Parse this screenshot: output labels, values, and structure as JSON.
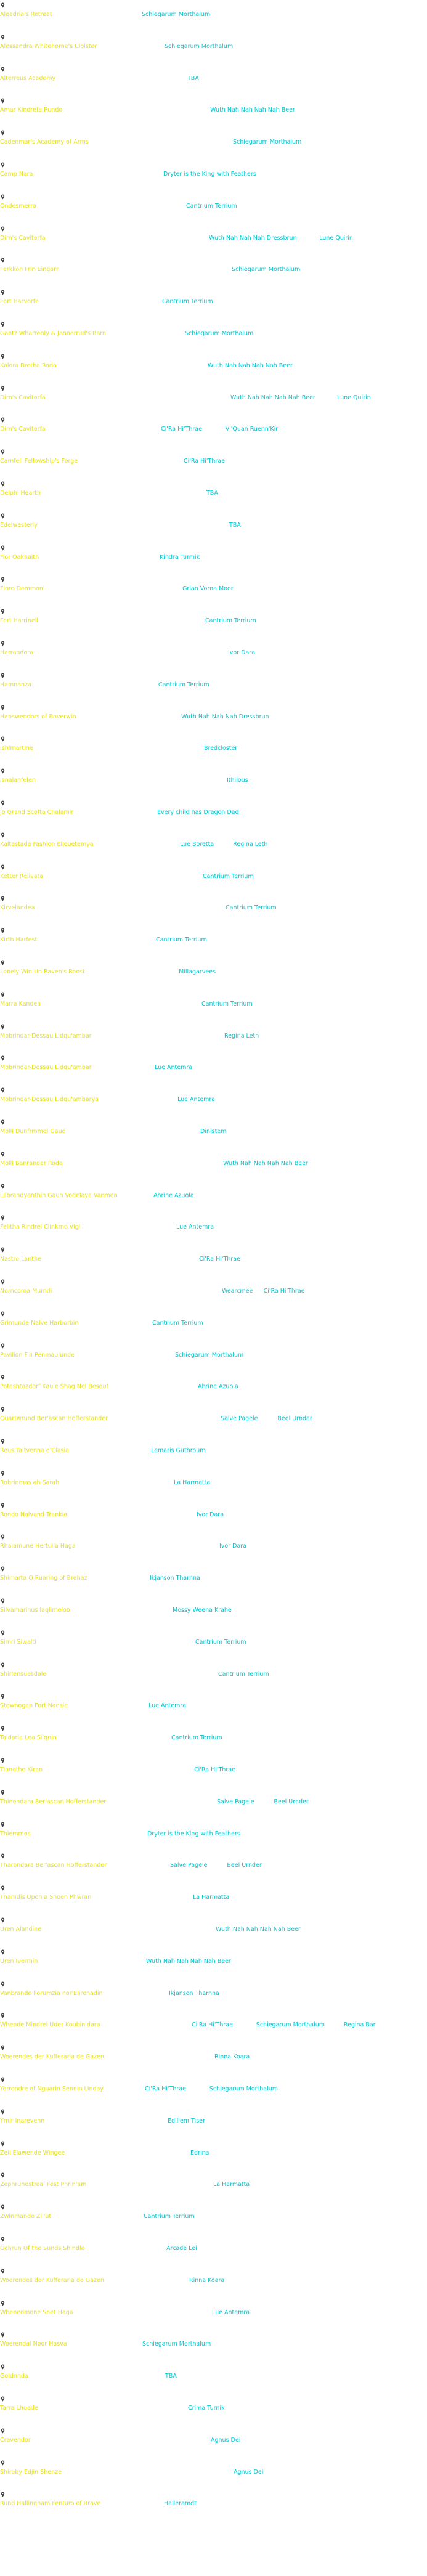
{
  "accent_colors": {
    "location_name": "#e6e31e",
    "commander": "#00c8d2",
    "pin": "#444444"
  },
  "rows": [
    {
      "name": "Aleadria's Retreat",
      "coms": [
        "Schiegarum Morthalum"
      ]
    },
    {
      "name": "Alessandra Whitehorne's Cloister",
      "coms": [
        "Schiegarum Morthalum"
      ]
    },
    {
      "name": "Alterreus Academy",
      "coms": [
        "TBA"
      ]
    },
    {
      "name": "Amar Kindrefa Rundo",
      "coms": [
        "Wuth Nah Nah Nah Nah Beer"
      ]
    },
    {
      "name": "Cadenmar's Academy of Arms",
      "coms": [
        "Schiegarum Morthalum"
      ]
    },
    {
      "name": "Camp Nara",
      "coms": [
        "Dryter is the King with Feathers"
      ]
    },
    {
      "name": "Ondesmerra",
      "coms": [
        "Cantrium Terrium"
      ]
    },
    {
      "name": "Dirn's Cavitorfa",
      "coms": [
        "Wuth Nah Nah Nah Dressbrun",
        "Lune Quirin"
      ]
    },
    {
      "name": "Ferkkon Frin Eingarn",
      "coms": [
        "Schiegarum Morthalum"
      ]
    },
    {
      "name": "Fort Harvorfe",
      "coms": [
        "Cantrium Terrium"
      ]
    },
    {
      "name": "Gantz Wharrenly & Jannerrud's Barn",
      "coms": [
        "Schiegarum Morthalum"
      ]
    },
    {
      "name": "Kaldra Bretha Roda",
      "coms": [
        "Wuth Nah Nah Nah Nah Beer"
      ]
    },
    {
      "name": "Dirn's Cavitorfa",
      "coms": [
        "Wuth Nah Nah Nah Nah Beer",
        "Lune Quirin"
      ]
    },
    {
      "name": "Dirn's Cavitorfa",
      "coms": [
        "Ci'Ra Hi'Thrae",
        "Vi'Quan Ruenn'Kir"
      ]
    },
    {
      "name": "Carnfell Fellowship's Forge",
      "coms": [
        "Ci'Ra Hi'Thrae"
      ]
    },
    {
      "name": "Delphi Hearth",
      "coms": [
        "TBA"
      ]
    },
    {
      "name": "Edelwesterly",
      "coms": [
        "TBA"
      ]
    },
    {
      "name": "Fior Oakhaith",
      "coms": [
        "Kindra Turmik"
      ]
    },
    {
      "name": "Floro Demmoni",
      "coms": [
        "Grian Vorna Moor"
      ]
    },
    {
      "name": "Fort Harrinell",
      "coms": [
        "Cantrium Terrium"
      ]
    },
    {
      "name": "Harrandora",
      "coms": [
        "Ivor Dara"
      ]
    },
    {
      "name": "Hamnanza",
      "coms": [
        "Cantrium Terrium"
      ]
    },
    {
      "name": "Hanswendors of Boverwin",
      "coms": [
        "Wuth Nah Nah Nah Dressbrun"
      ]
    },
    {
      "name": "Ishlmartine",
      "coms": [
        "Bredcloster"
      ]
    },
    {
      "name": "Isnalanfelen",
      "coms": [
        "Ithilous"
      ]
    },
    {
      "name": "Jo Grand Scofta Chalamir",
      "coms": [
        "Every child has Dragon Dad"
      ]
    },
    {
      "name": "Kaltastada Fashion Elleuetemya",
      "coms": [
        "Lue Boretta",
        "Regina Leth"
      ]
    },
    {
      "name": "Ketter Relivata",
      "coms": [
        "Cantrium Terrium"
      ]
    },
    {
      "name": "Kirvelandea",
      "coms": [
        "Cantrium Terrium"
      ]
    },
    {
      "name": "Kirth Harfest",
      "coms": [
        "Cantrium Terrium"
      ]
    },
    {
      "name": "Lonely Win Un Raven's Roost",
      "coms": [
        "Millagarvees"
      ]
    },
    {
      "name": "Marra Kandea",
      "coms": [
        "Cantrium Terrium"
      ]
    },
    {
      "name": "Mobrindar-Dessau Lidqu'ambar",
      "coms": [
        "Regina Leth"
      ]
    },
    {
      "name": "Mobrindar-Dessau Lidqu'ambar",
      "coms": [
        "Lue Antemra"
      ]
    },
    {
      "name": "Mobrindar-Dessau Lidqu'ambarya",
      "coms": [
        "Lue Antemra"
      ]
    },
    {
      "name": "Molli Dunfrmmel Gaud",
      "coms": [
        "Dinistem"
      ]
    },
    {
      "name": "Molli Banrander Roda",
      "coms": [
        "Wuth Nah Nah Nah Nah Beer"
      ]
    },
    {
      "name": "Lilbrandyanthin Gaun Vodelaya Vanmen",
      "coms": [
        "Ahrine Azuola"
      ]
    },
    {
      "name": "Felitha Rindrel Clinkmo Vigil",
      "coms": [
        "Lue Antemra"
      ]
    },
    {
      "name": "Nastro Lanthe",
      "coms": [
        "Ci'Ra Hi'Thrae"
      ]
    },
    {
      "name": "Norncoroa Mumdi",
      "coms": [
        "Wearcmee",
        "Ci'Ra Hi'Thrae"
      ]
    },
    {
      "name": "Grimunde Nalve Harborbin",
      "coms": [
        "Cantrium Terrium"
      ]
    },
    {
      "name": "Pavilion Fin Penmaulunde",
      "coms": [
        "Schiegarum Morthalum"
      ]
    },
    {
      "name": "Poteshtazdorf Kaule Shag Nel Besdut",
      "coms": [
        "Ahrine Azuola"
      ]
    },
    {
      "name": "Quartwrund Ber'ascan Hofferstander",
      "coms": [
        "Salve Pagele",
        "Beel Urnder"
      ]
    },
    {
      "name": "Reus Taltvenna d'Clasia",
      "coms": [
        "Lemaris Guthroum"
      ]
    },
    {
      "name": "Robrinmas ah Sarah",
      "coms": [
        "La Harmatta"
      ]
    },
    {
      "name": "Rondo Nalvand Trankia",
      "coms": [
        "Ivor Dara"
      ]
    },
    {
      "name": "Rhaiamune Hertuila Haga",
      "coms": [
        "Ivor Dara"
      ]
    },
    {
      "name": "Shimarta O Ruaring of Brehaz",
      "coms": [
        "Ikjanson Tharnna"
      ]
    },
    {
      "name": "Silvamarinus Iaqlimeloo",
      "coms": [
        "Mossy Weena Krahe"
      ]
    },
    {
      "name": "Simri Siwalti",
      "coms": [
        "Cantrium Terrium"
      ]
    },
    {
      "name": "Shirlensuesdale",
      "coms": [
        "Cantrium Terrium"
      ]
    },
    {
      "name": "Stewhogan Fort Nansie",
      "coms": [
        "Lue Antemra"
      ]
    },
    {
      "name": "Taldaria Lea Silqnin",
      "coms": [
        "Cantrium Terrium"
      ]
    },
    {
      "name": "Tianathe Kiran",
      "coms": [
        "Ci'Ra Hi'Thrae"
      ]
    },
    {
      "name": "Thinondara Ber'ascan Hofferstander",
      "coms": [
        "Salve Pagele",
        "Beel Urnder"
      ]
    },
    {
      "name": "Thiemmos",
      "coms": [
        "Dryter is the King with Feathers"
      ]
    },
    {
      "name": "Tharondara Ber'ascan Hofferstander",
      "coms": [
        "Salve Pagele",
        "Beel Urnder"
      ]
    },
    {
      "name": "Thamdis Upon a Shoen Phwran",
      "coms": [
        "La Harmatta"
      ]
    },
    {
      "name": "Uren Alandine",
      "coms": [
        "Wuth Nah Nah Nah Nah Beer"
      ]
    },
    {
      "name": "Uren Ivermin",
      "coms": [
        "Wuth Nah Nah Nah Nah Beer"
      ]
    },
    {
      "name": "Vanbrande Forumzia nor'Elirenadin",
      "coms": [
        "Ikjanson Tharnna"
      ]
    },
    {
      "name": "Whende Mindrel Uder Koubinidara",
      "coms": [
        "Ci'Ra Hi'Thrae",
        "Schiegarum Morthalum",
        "Regina Bar"
      ]
    },
    {
      "name": "Woerendes der Kufferaria de Gazen",
      "coms": [
        "Rinna Koara"
      ]
    },
    {
      "name": "Yorrondre of Nguarin Sennin Linday",
      "coms": [
        "Ci'Ra Hi'Thrae",
        "Schiegarum Morthalum"
      ]
    },
    {
      "name": "Ymir Inarevenn",
      "coms": [
        "Edil'em Tiser"
      ]
    },
    {
      "name": "Zeil Elawende Wingee",
      "coms": [
        "Edrina"
      ]
    },
    {
      "name": "Zephrunestreal Fest Phrin'am",
      "coms": [
        "La Harmatta"
      ]
    },
    {
      "name": "Zwinmande Zil'ut",
      "coms": [
        "Cantrium Terrium"
      ]
    },
    {
      "name": "Ochrun Of the Sunds Shindle",
      "coms": [
        "Arcade Lei"
      ]
    },
    {
      "name": "Woerendes der Kufferaria de Gazen",
      "coms": [
        "Rinna Koara"
      ]
    },
    {
      "name": "Whenedmone Snet Haga",
      "coms": [
        "Lue Antemra"
      ]
    },
    {
      "name": "Woerendal Noor Hasva",
      "coms": [
        "Schiegarum Morthalum"
      ]
    },
    {
      "name": "Goldnnda",
      "coms": [
        "TBA"
      ]
    },
    {
      "name": "Tarra Lhuade",
      "coms": [
        "Crima Turnik"
      ]
    },
    {
      "name": "Cravendor",
      "coms": [
        "Agnus Dei"
      ]
    },
    {
      "name": "Shiroby Edjin Shenze",
      "coms": [
        "Agnus Dei"
      ]
    },
    {
      "name": "Rund Hallingham Fenturo of Brave",
      "coms": [
        "Halleramdt"
      ]
    }
  ]
}
